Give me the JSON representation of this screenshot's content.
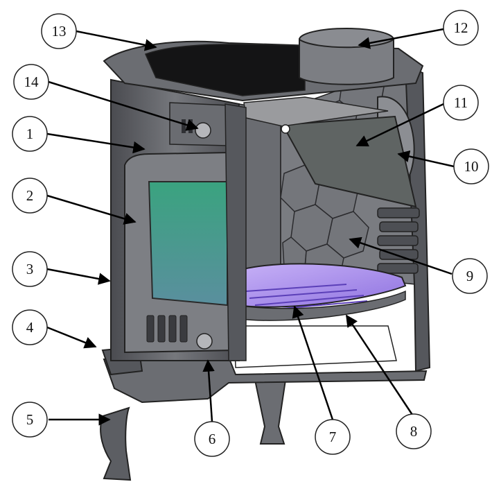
{
  "callouts": [
    {
      "id": "1",
      "label": "1"
    },
    {
      "id": "2",
      "label": "2"
    },
    {
      "id": "3",
      "label": "3"
    },
    {
      "id": "4",
      "label": "4"
    },
    {
      "id": "5",
      "label": "5"
    },
    {
      "id": "6",
      "label": "6"
    },
    {
      "id": "7",
      "label": "7"
    },
    {
      "id": "8",
      "label": "8"
    },
    {
      "id": "9",
      "label": "9"
    },
    {
      "id": "10",
      "label": "10"
    },
    {
      "id": "11",
      "label": "11"
    },
    {
      "id": "12",
      "label": "12"
    },
    {
      "id": "13",
      "label": "13"
    },
    {
      "id": "14",
      "label": "14"
    }
  ],
  "colors": {
    "iron": "#5f6166",
    "iron_dark": "#3b3c40",
    "iron_light": "#8a8c91",
    "glass": "#3e9f83",
    "grate": "#b59cf0",
    "baffle": "#6a6e6c",
    "outline": "#222222"
  }
}
